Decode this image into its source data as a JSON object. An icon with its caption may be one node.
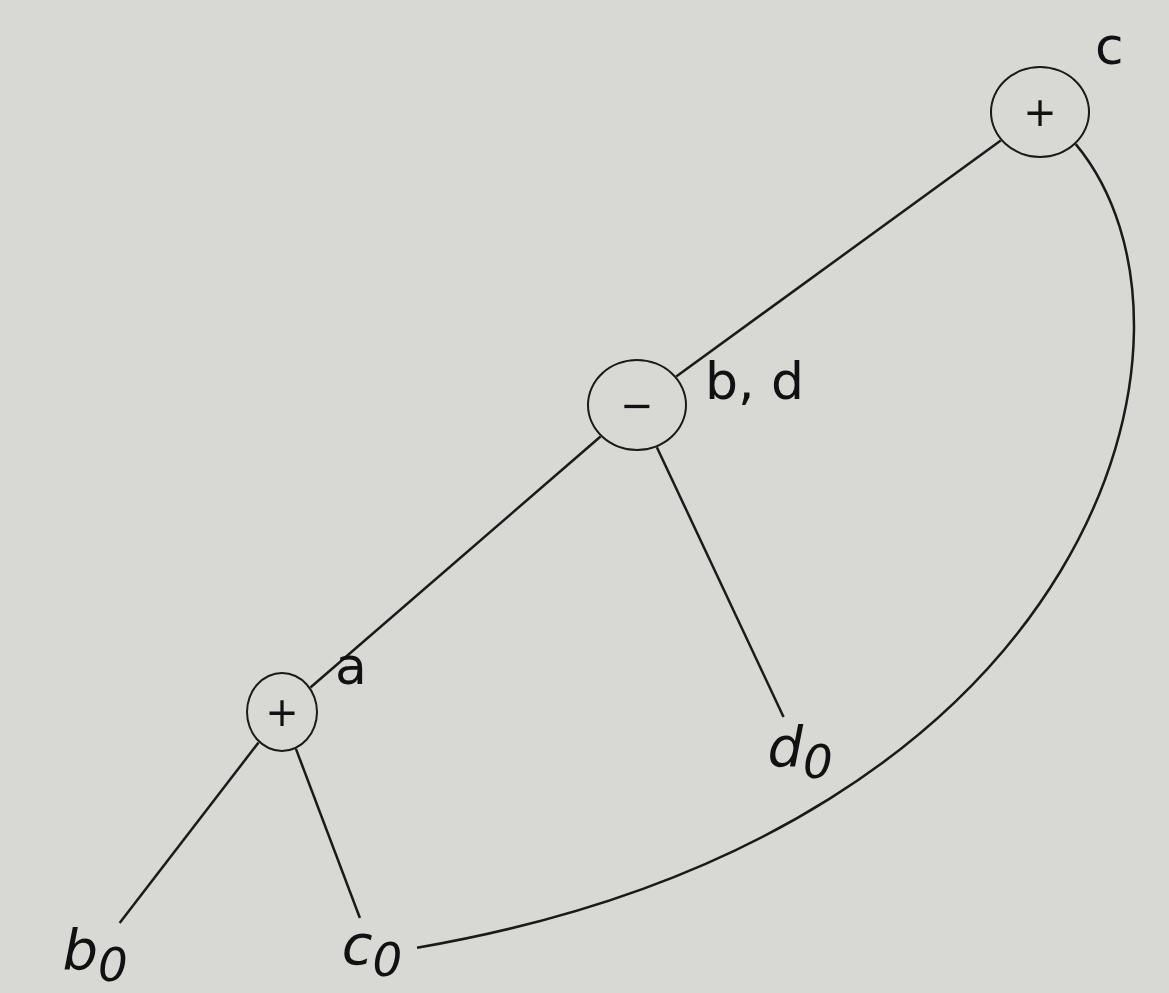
{
  "diagram": {
    "nodes": [
      {
        "text": [
          "+"
        ],
        "beside": [
          "c"
        ]
      },
      {
        "text": [
          "−"
        ],
        "beside": [
          "b, d"
        ]
      },
      {
        "text": [
          "+"
        ],
        "beside": [
          "a"
        ]
      },
      {
        "text": [
          "b$_{0}$"
        ]
      },
      {
        "text": [
          "c$_{0}$"
        ]
      },
      {
        "text": [
          "d$_{0}$"
        ]
      }
    ],
    "edges": [
      {
        "from": 0,
        "to": 1,
        "arrow": "none"
      },
      {
        "from": 1,
        "to": 2,
        "arrow": "none"
      },
      {
        "from": 2,
        "to": 3,
        "arrow": "none"
      },
      {
        "from": 2,
        "to": 4,
        "arrow": "none"
      },
      {
        "from": 1,
        "to": 5,
        "arrow": "none"
      },
      {
        "from": 0,
        "to": 4,
        "arrow": "none"
      }
    ]
  }
}
